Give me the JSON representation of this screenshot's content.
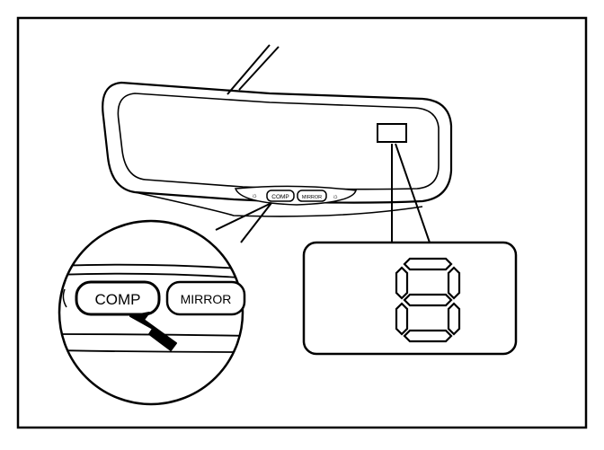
{
  "illustration": {
    "zoom_buttons": {
      "comp_label": "COMP",
      "mirror_label": "MIRROR"
    },
    "mirror_buttons": {
      "comp_label": "COMP",
      "mirror_label": "MIRROR"
    },
    "display_readout": "8",
    "colors": {
      "line": "#000000",
      "background": "#ffffff"
    }
  }
}
